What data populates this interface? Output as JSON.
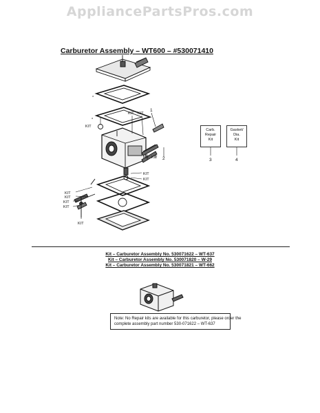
{
  "watermark": "AppliancePartsPros.com",
  "title": "Carburetor Assembly – WT600 – #530071410",
  "callouts": {
    "kit": "KIT",
    "star": "*",
    "num1": "1",
    "num2": "2"
  },
  "kit_boxes": [
    {
      "lines": [
        "Carb.",
        "Repair",
        "Kit"
      ],
      "number": "3"
    },
    {
      "lines": [
        "Gasket/",
        "Dia.",
        "Kit"
      ],
      "number": "4"
    }
  ],
  "kit_assemblies": [
    "Kit – Carburetor Assembly No. 530071622 – WT-637",
    "Kit – Carburetor Assembly No. 530071820 – W-29",
    "Kit – Carburetor Assembly No. 530071821 – WT-662"
  ],
  "note": {
    "line1": "Note: No Repair kits are available for this carburetor, please order the",
    "line2": "complete assembly part number 530-071622 – WT-637"
  },
  "colors": {
    "ink": "#111111",
    "watermark": "#d6d6d6",
    "paper": "#ffffff"
  }
}
